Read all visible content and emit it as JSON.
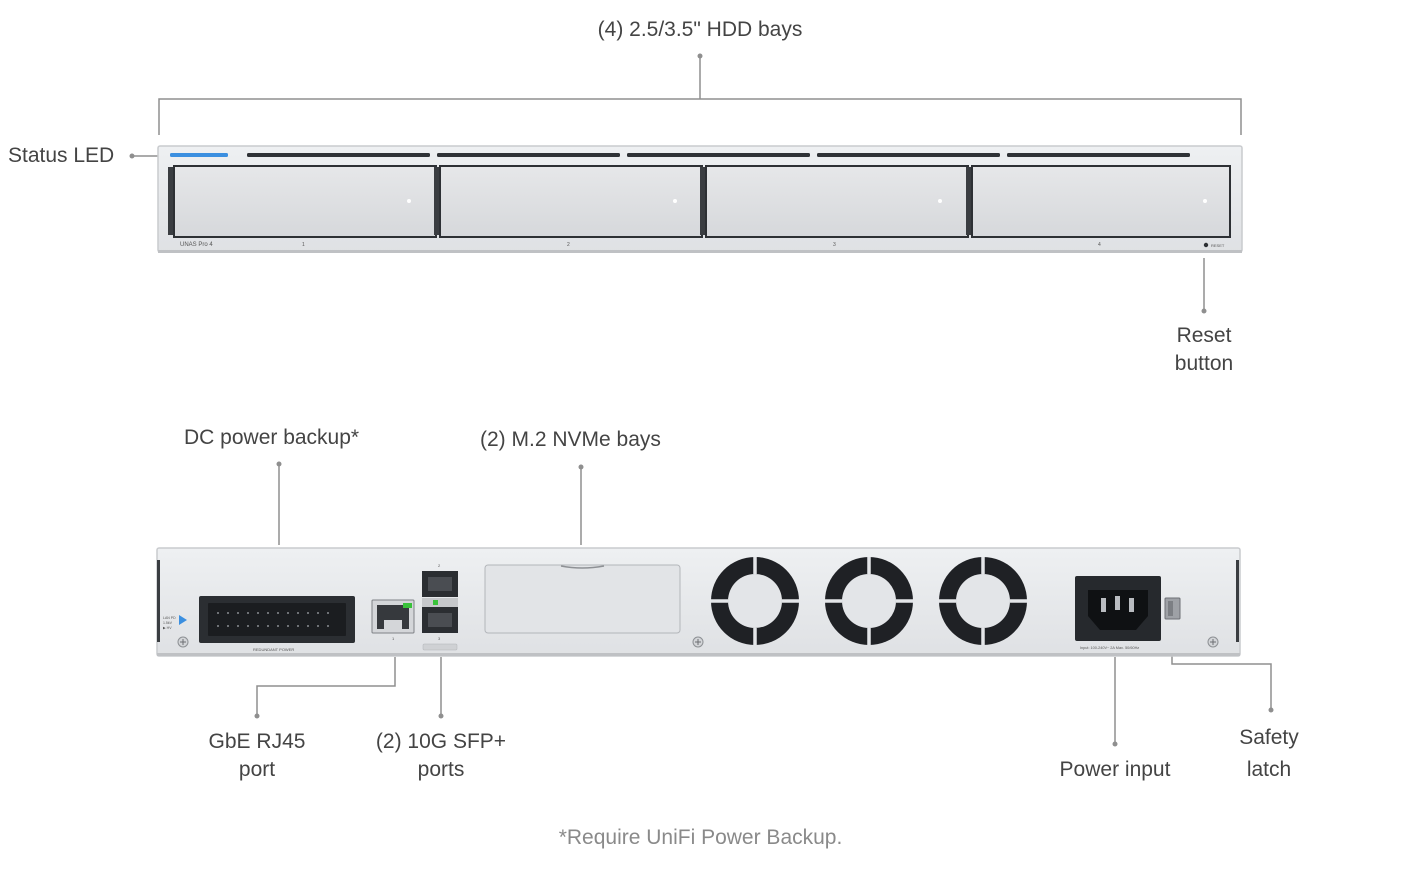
{
  "front_labels": {
    "hdd_bays": "(4) 2.5/3.5\" HDD bays",
    "status_led": "Status LED",
    "reset_button_line1": "Reset",
    "reset_button_line2": "button"
  },
  "front_panel": {
    "model": "UNAS Pro 4",
    "bay_numbers": [
      "1",
      "2",
      "3",
      "4"
    ],
    "reset_text": "RESET",
    "led_color": "#3b8fe0"
  },
  "rear_labels": {
    "dc_power": "DC power backup*",
    "nvme_bays": "(2) M.2 NVMe bays",
    "rj45_line1": "GbE RJ45",
    "rj45_line2": "port",
    "sfp_line1": "(2) 10G SFP+",
    "sfp_line2": "ports",
    "power_input": "Power input",
    "safety_line1": "Safety",
    "safety_line2": "latch"
  },
  "rear_panel": {
    "redundant_power": "REDUNDANT POWER",
    "rj45_number": "1",
    "sfp_top_number": "2",
    "sfp_bottom_number": "3",
    "power_spec": "Input: 100-240V~ 2A Max. 50/60Hz",
    "link_led_color": "#39c23a"
  },
  "footnote": "*Require UniFi Power Backup."
}
